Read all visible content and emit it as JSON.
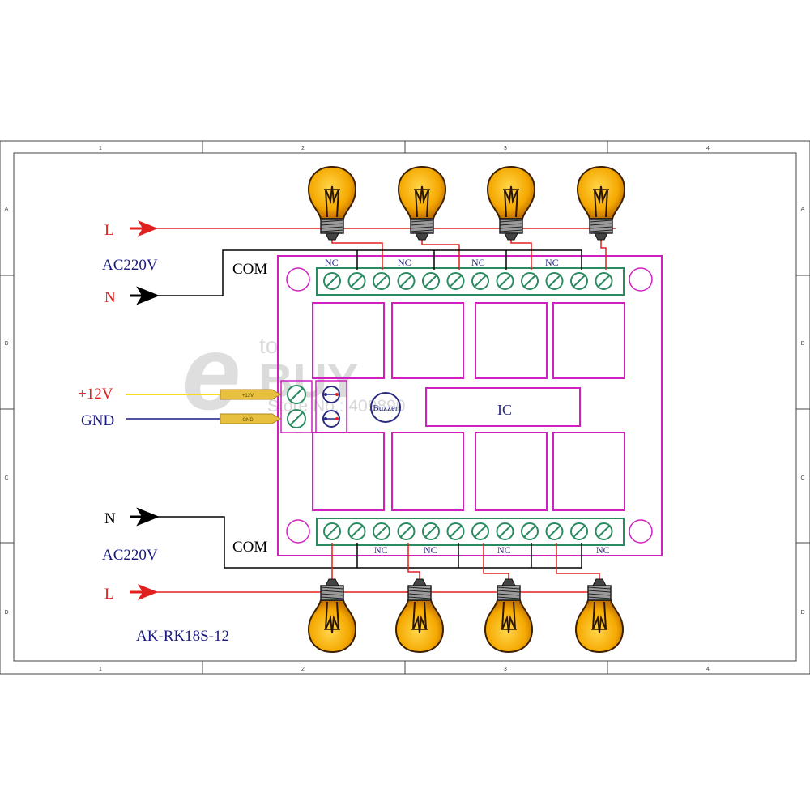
{
  "frame": {
    "columns": [
      "1",
      "2",
      "3",
      "4"
    ],
    "rows": [
      "A",
      "B",
      "C",
      "D"
    ]
  },
  "labels": {
    "l_top": "L",
    "n_top": "N",
    "ac_top": "AC220V",
    "com_top": "COM",
    "plus12": "+12V",
    "gnd": "GND",
    "n_bottom": "N",
    "ac_bottom": "AC220V",
    "com_bottom": "COM",
    "l_bottom": "L",
    "model": "AK-RK18S-12",
    "buzzer": "Buzzer",
    "ic": "IC",
    "tag_plus12": "+12V",
    "tag_gnd": "GND"
  },
  "nc_top": [
    "NC",
    "NC",
    "NC",
    "NC"
  ],
  "nc_bottom": [
    "NC",
    "NC",
    "NC",
    "NC"
  ],
  "watermark": {
    "brand_a": "e",
    "brand_b": "to",
    "brand_c": "BUY",
    "store": "Store No.: 409890"
  },
  "colors": {
    "live": "#e0201e",
    "neutral": "#000000",
    "power": "#f0e020",
    "ground": "#1a1a80",
    "board": "#d020c0",
    "terminal_strip": "#2a8a60",
    "bulb": "#f5a800",
    "tag": "#e8c040"
  }
}
